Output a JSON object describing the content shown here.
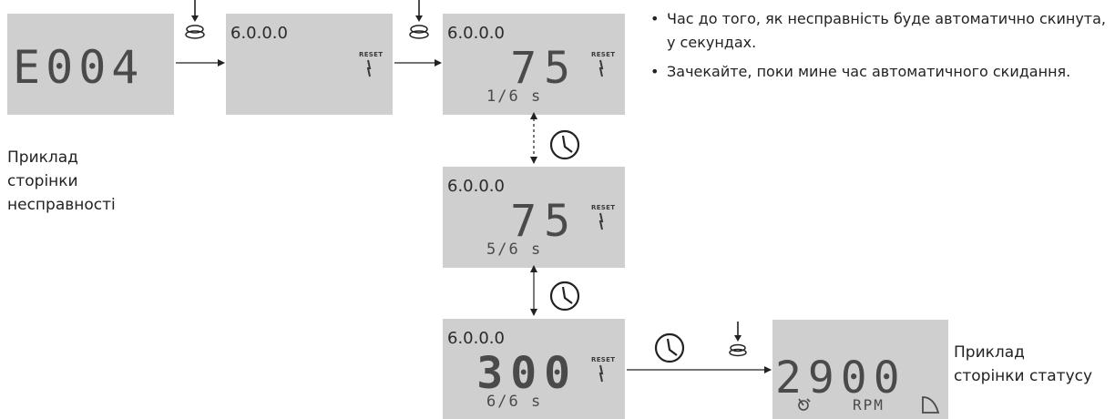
{
  "panels": {
    "fault": {
      "main": "E004"
    },
    "p2": {
      "code": "6.0.0.0",
      "reset": "RESET"
    },
    "p3": {
      "code": "6.0.0.0",
      "reset": "RESET",
      "value": "75",
      "counter": "1/6 s"
    },
    "p4": {
      "code": "6.0.0.0",
      "reset": "RESET",
      "value": "75",
      "counter": "5/6 s"
    },
    "p5": {
      "code": "6.0.0.0",
      "reset": "RESET",
      "value": "300",
      "counter": "6/6 s"
    },
    "status": {
      "value": "2900",
      "unit": "RPM"
    }
  },
  "captions": {
    "fault_page": "Приклад\nсторінки\nнесправності",
    "status_page": "Приклад\nсторінки статусу"
  },
  "bullets": [
    "Час до того, як несправність буде автоматично скинута, у секундах.",
    "Зачекайте, поки мине час автоматичного скидання."
  ],
  "icons": {
    "press": "button-press-icon",
    "clock": "clock-icon",
    "fault": "fault-lightning-icon",
    "curve": "pump-curve-icon",
    "control": "control-mode-icon"
  }
}
